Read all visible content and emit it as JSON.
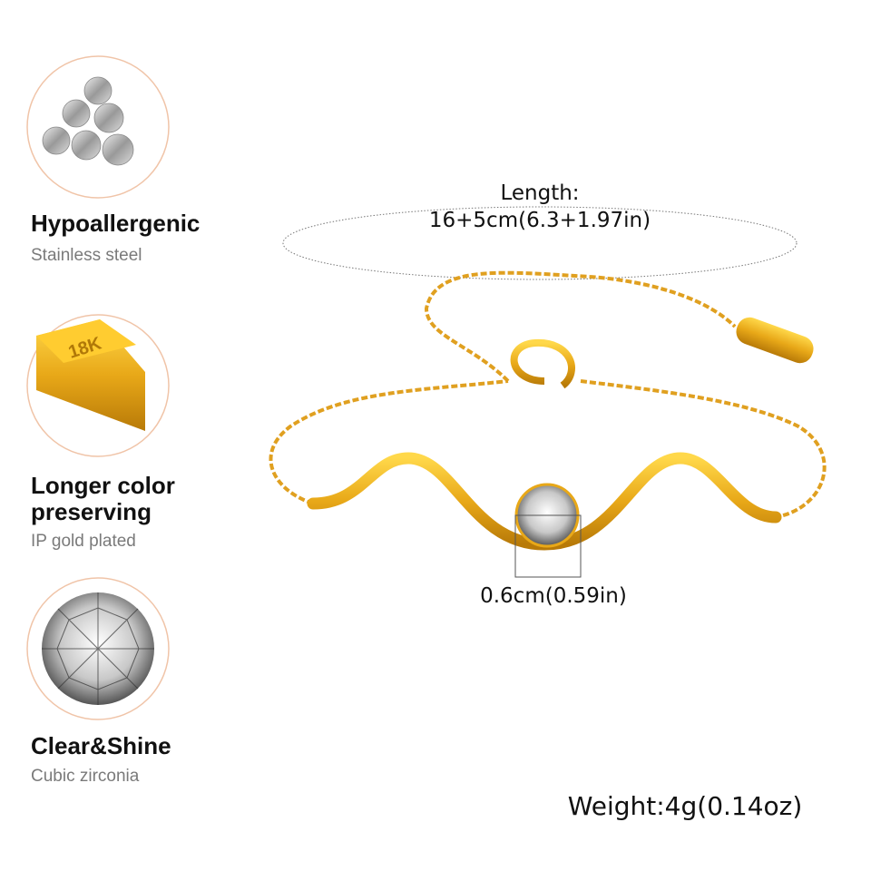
{
  "features": [
    {
      "icon": "steel-rods-icon",
      "title": "Hypoallergenic",
      "subtitle": "Stainless steel"
    },
    {
      "icon": "gold-bar-icon",
      "title_lines": [
        "Longer color",
        "preserving"
      ],
      "subtitle": "IP gold plated",
      "bar_label": "18K"
    },
    {
      "icon": "diamond-icon",
      "title": "Clear&Shine",
      "subtitle": "Cubic zirconia"
    }
  ],
  "length": {
    "label": "Length:",
    "value": "16+5cm(6.3+1.97in)"
  },
  "stone_size": "0.6cm(0.59in)",
  "weight": "Weight:4g(0.14oz)",
  "colors": {
    "gold": "#e8a818",
    "circle_border": "#f0c4a8"
  }
}
